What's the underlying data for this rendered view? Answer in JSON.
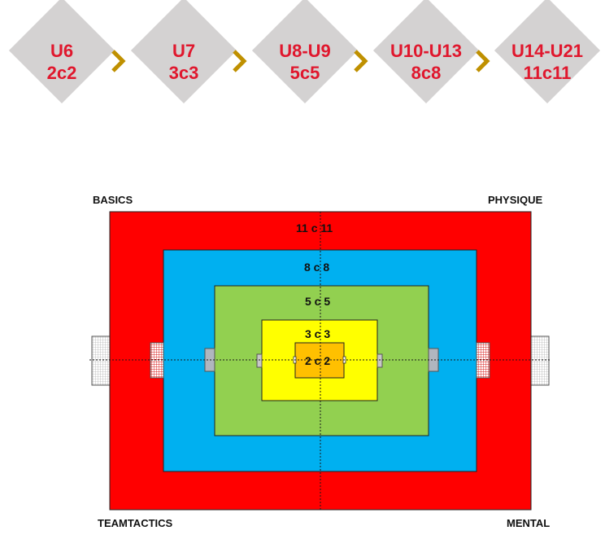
{
  "steps": [
    {
      "age": "U6",
      "format": "2c2"
    },
    {
      "age": "U7",
      "format": "3c3"
    },
    {
      "age": "U8-U9",
      "format": "5c5"
    },
    {
      "age": "U10-U13",
      "format": "8c8"
    },
    {
      "age": "U14-U21",
      "format": "11c11"
    }
  ],
  "corners": {
    "top_left": "BASICS",
    "top_right": "PHYSIQUE",
    "bottom_left": "TEAMTACTICS",
    "bottom_right": "MENTAL"
  },
  "fields": {
    "f11": {
      "label": "11 c 11",
      "color": "#ff0000"
    },
    "f8": {
      "label": "8 c 8",
      "color": "#00b0f0"
    },
    "f5": {
      "label": "5 c 5",
      "color": "#92d050"
    },
    "f3": {
      "label": "3 c 3",
      "color": "#ffff00"
    },
    "f2": {
      "label": "2 c 2",
      "color": "#ffc000"
    }
  },
  "colors": {
    "diamond": "#d4d2d2",
    "text_accent": "#e0172d",
    "chevron": "#bf9000"
  }
}
